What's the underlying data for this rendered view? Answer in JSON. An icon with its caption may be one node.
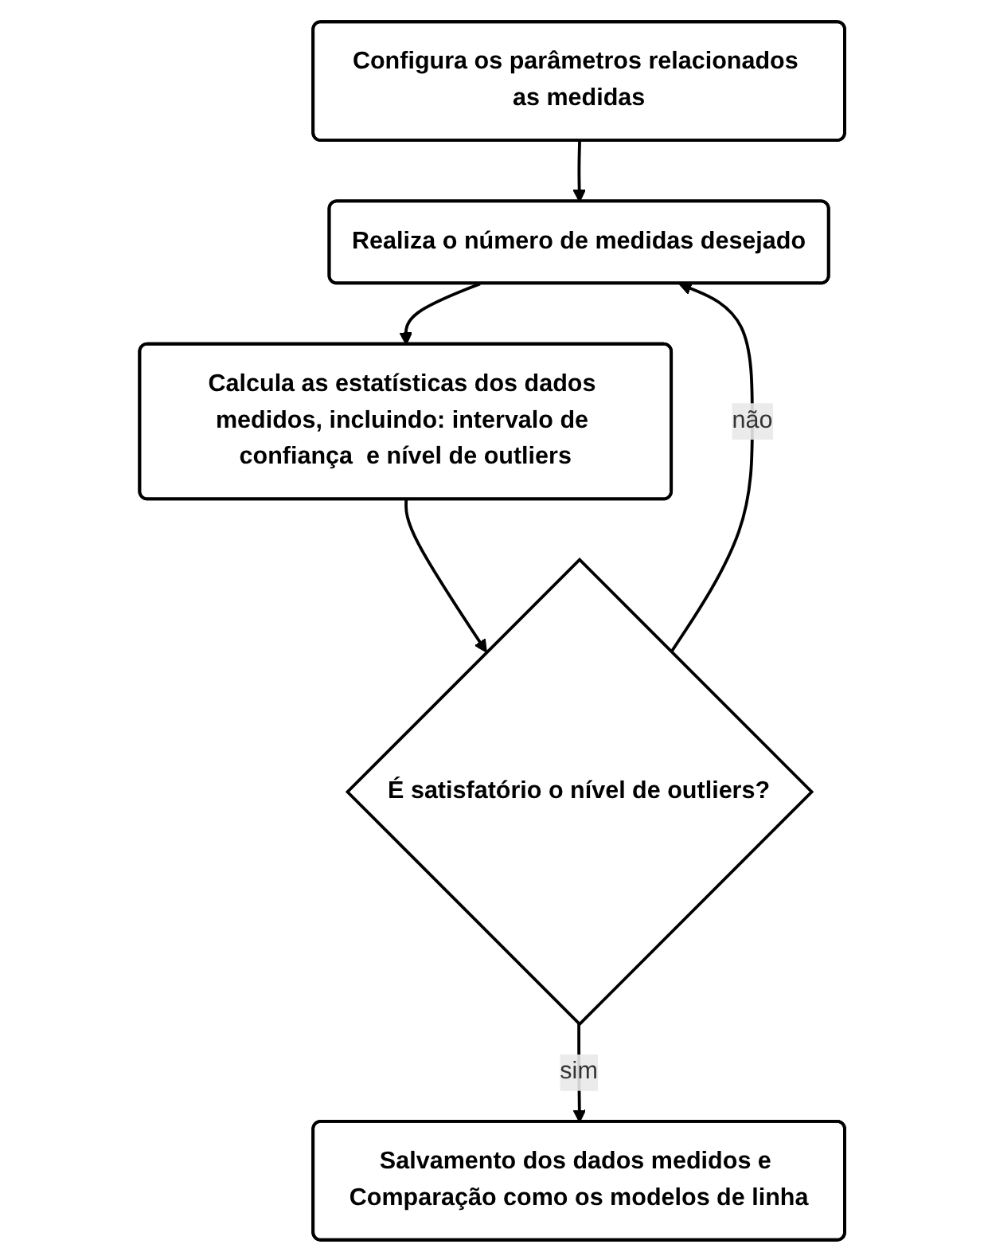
{
  "diagram": {
    "nodes": [
      {
        "text": [
          "Configura os parâmetros relacionados as medidas"
        ]
      },
      {
        "text": [
          "Realiza o número de medidas desejado"
        ]
      },
      {
        "text": [
          "Calcula as estatísticas dos dados medidos, incluindo: intervalo de confiança  e nível de outliers"
        ]
      },
      {
        "text": [
          "É satisfatório o nível de outliers?"
        ]
      },
      {
        "text": [
          "Salvamento dos dados medidos e Comparação como os modelos de linha"
        ]
      }
    ],
    "edges": [
      {
        "from": 0,
        "to": 1,
        "arrow": "to"
      },
      {
        "from": 1,
        "to": 2,
        "arrow": "to"
      },
      {
        "from": 2,
        "to": 3,
        "arrow": "to"
      },
      {
        "from": 3,
        "to": 1,
        "arrow": "to",
        "label": "não"
      },
      {
        "from": 3,
        "to": 4,
        "arrow": "to",
        "label": "sim"
      }
    ]
  }
}
